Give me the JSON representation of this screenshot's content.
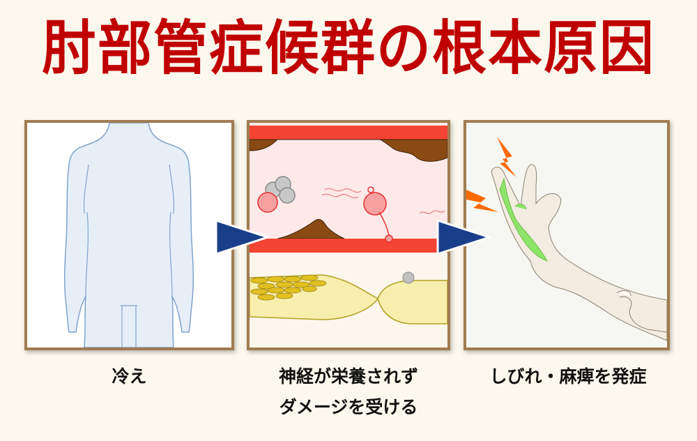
{
  "title": "肘部管症候群の根本原因",
  "colors": {
    "background": "#fdf8ee",
    "title": "#c00000",
    "panel_border": "#a07c52",
    "arrow": "#1a3f8a",
    "vessel_wall": "#f44434",
    "plaque": "#8a4a14",
    "nerve": "#f8eeae",
    "numb_area": "#8ee46a",
    "lightning": "#ff6a00"
  },
  "steps": [
    {
      "illustration": "body-silhouette-illustration",
      "caption_lines": [
        "冷え"
      ]
    },
    {
      "illustration": "blood-vessel-nerve-illustration",
      "caption_lines": [
        "神経が栄養されず",
        "ダメージを受ける"
      ]
    },
    {
      "illustration": "numb-hand-illustration",
      "caption_lines": [
        "しびれ・麻痺を発症"
      ]
    }
  ],
  "arrows": [
    {
      "icon": "arrow-right-icon"
    },
    {
      "icon": "arrow-right-icon"
    }
  ]
}
